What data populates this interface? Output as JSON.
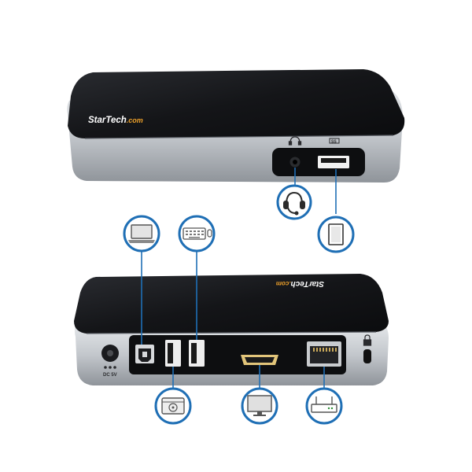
{
  "product": {
    "brand_name": "StarTech",
    "brand_suffix": ".com",
    "power_label": "DC 5V"
  },
  "colors": {
    "callout_blue": "#1f6fb5",
    "body_black": "#16171a",
    "body_silver": "#c9cdd2",
    "port_black": "#0d0e10"
  },
  "callouts": [
    {
      "name": "headset",
      "icon": "headset-icon"
    },
    {
      "name": "usb-device",
      "icon": "usb-device-icon"
    },
    {
      "name": "laptop",
      "icon": "laptop-icon"
    },
    {
      "name": "keyboard",
      "icon": "keyboard-icon"
    },
    {
      "name": "storage-drive",
      "icon": "disc-drive-icon"
    },
    {
      "name": "monitor",
      "icon": "monitor-icon"
    },
    {
      "name": "network-router",
      "icon": "router-icon"
    }
  ]
}
